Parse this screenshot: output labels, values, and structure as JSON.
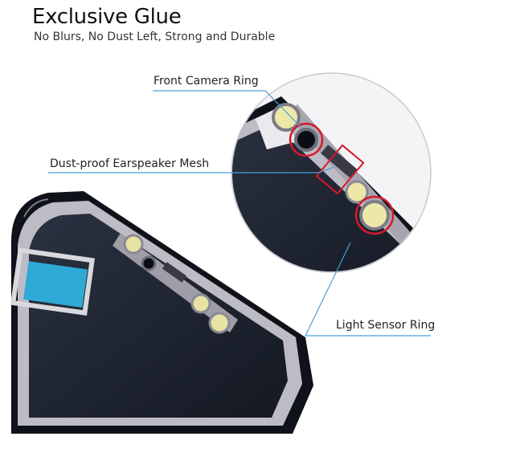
{
  "header": {
    "title": "Exclusive Glue",
    "subtitle": "No Blurs, No Dust Left, Strong and Durable"
  },
  "callouts": {
    "front_camera": "Front Camera Ring",
    "earspeaker_mesh": "Dust-proof Earspeaker Mesh",
    "light_sensor": "Light Sensor Ring"
  },
  "colors": {
    "accent_line": "#4a9fd8",
    "highlight_ring": "#d8182a",
    "panel": "#1c2230",
    "frame": "#bdbcc4",
    "protective_film": "#2fa9d6"
  }
}
